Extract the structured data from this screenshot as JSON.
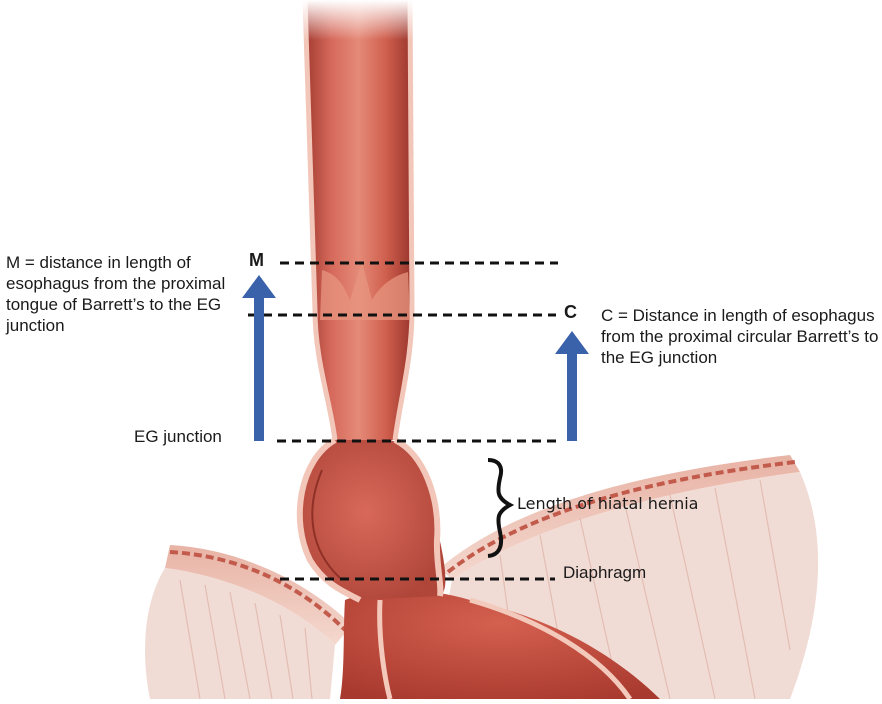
{
  "labels": {
    "m_letter": "M",
    "c_letter": "C",
    "m_definition": "M = distance in length of esophagus from the proximal tongue of Barrett’s to the EG junction",
    "c_definition": "C = Distance in length of esophagus from the proximal circular Barrett’s to the EG junction",
    "eg_junction": "EG junction",
    "hiatal_hernia": "Length of hiatal hernia",
    "diaphragm": "Diaphragm"
  },
  "colors": {
    "arrow": "#3a62ab",
    "tissue": "#c9544a",
    "tissue_dark": "#9d3a30",
    "mucosa_light": "#e9a593",
    "diaphragm_muscle": "#d98c7c",
    "dashed_line": "#111111"
  }
}
